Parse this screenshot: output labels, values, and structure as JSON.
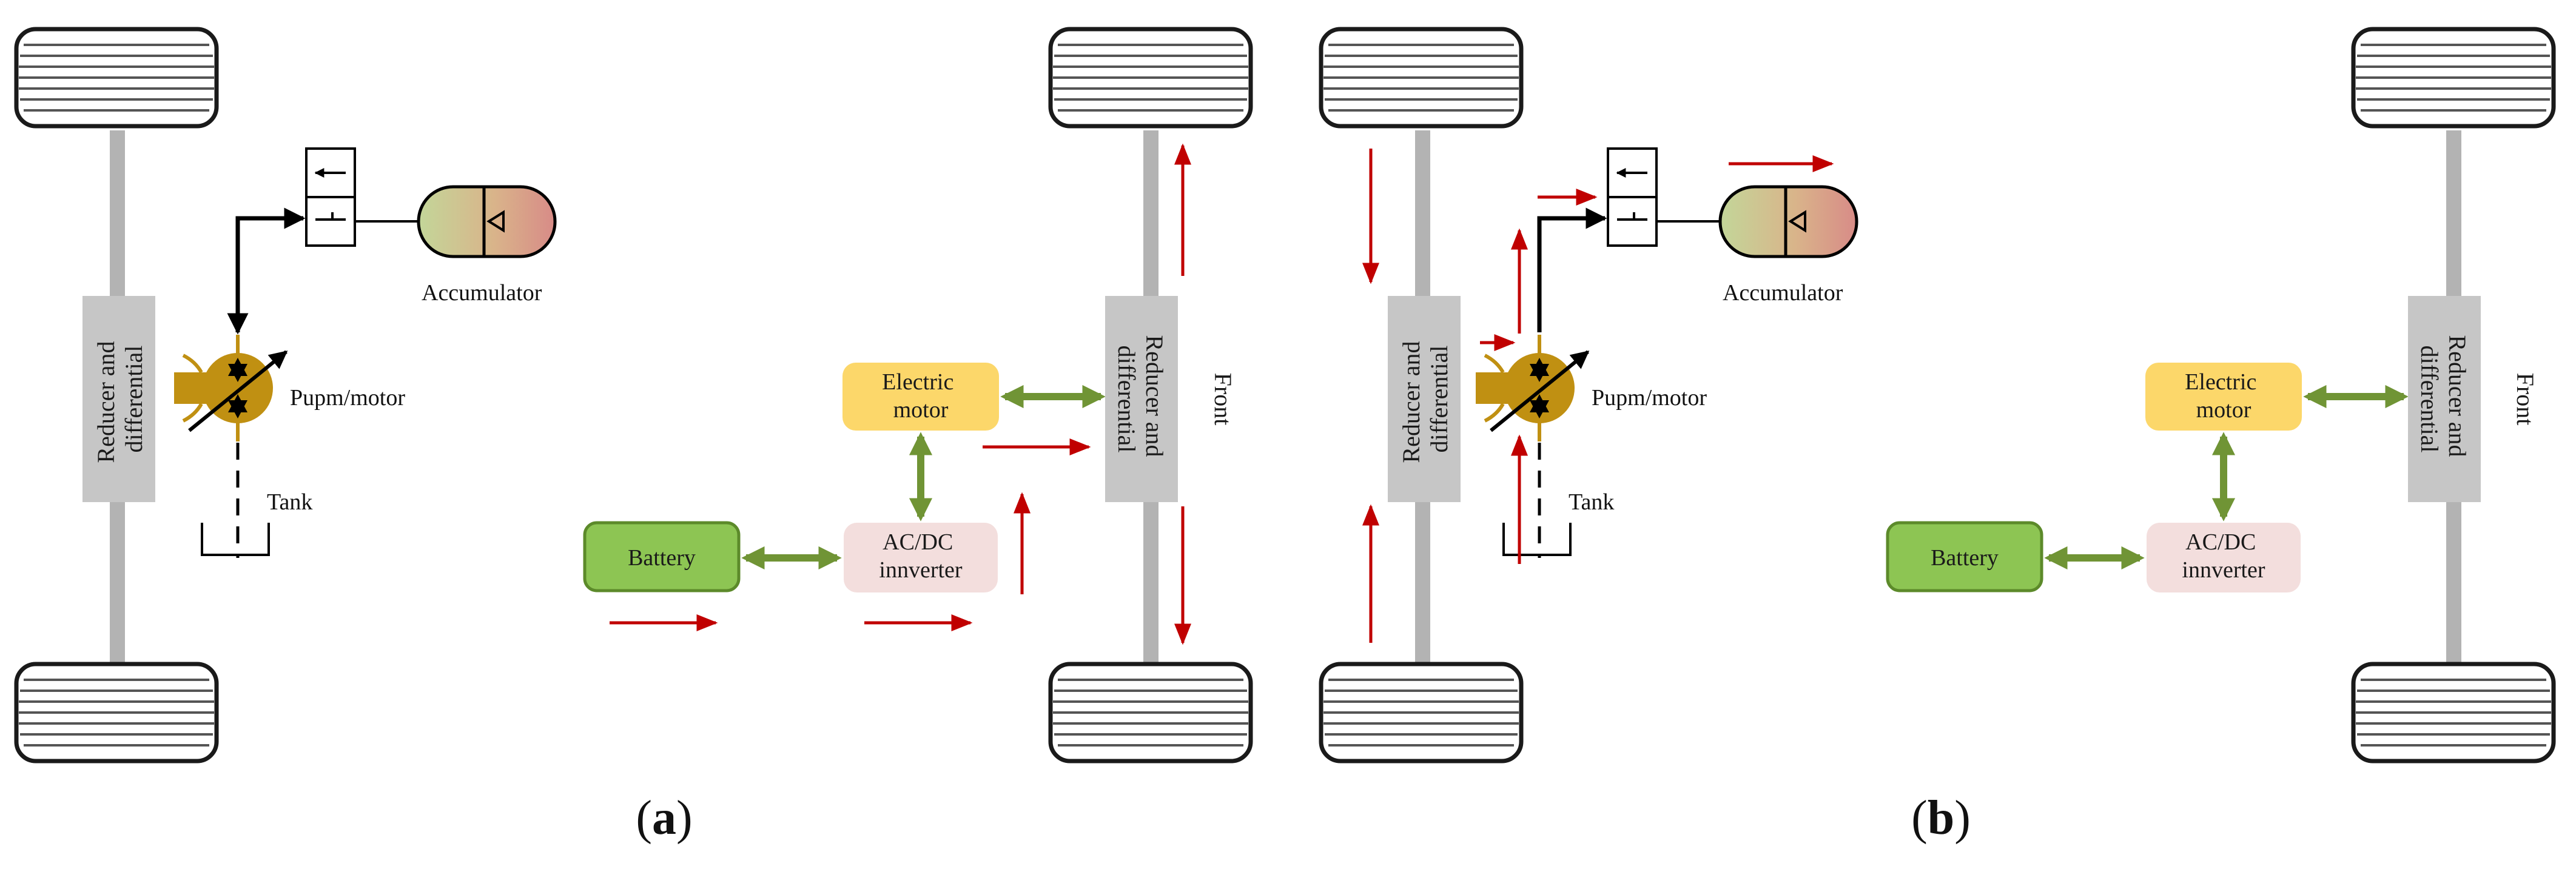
{
  "figure": {
    "panels": [
      {
        "id": "a",
        "caption_letter": "a",
        "reducer_rear": [
          "Reducer and",
          "differential"
        ],
        "reducer_front": [
          "Reducer and",
          "differential"
        ],
        "pump_label": "Pupm/motor",
        "tank_label": "Tank",
        "accumulator_label": "Accumulator",
        "motor_label": [
          "Electric",
          "motor"
        ],
        "battery_label": "Battery",
        "inverter_label": [
          "AC/DC",
          "innverter"
        ],
        "front_label": "Front"
      },
      {
        "id": "b",
        "caption_letter": "b",
        "reducer_rear": [
          "Reducer and",
          "differential"
        ],
        "reducer_front": [
          "Reducer and",
          "differential"
        ],
        "pump_label": "Pupm/motor",
        "tank_label": "Tank",
        "accumulator_label": "Accumulator",
        "motor_label": [
          "Electric",
          "motor"
        ],
        "battery_label": "Battery",
        "inverter_label": [
          "AC/DC",
          "innverter"
        ],
        "front_label": "Front"
      }
    ],
    "colors": {
      "axle": "#b3b3b3",
      "reducer_fill": "#c6c6c6",
      "pump_fill": "#c09012",
      "battery_fill": "#8dc553",
      "motor_fill": "#fcd76a",
      "inverter_fill": "#f3dedd",
      "power_arrow": "#709435",
      "flow_arrow": "#c00000",
      "accumulator_left": "#c3d699",
      "accumulator_right": "#d88b87"
    }
  }
}
